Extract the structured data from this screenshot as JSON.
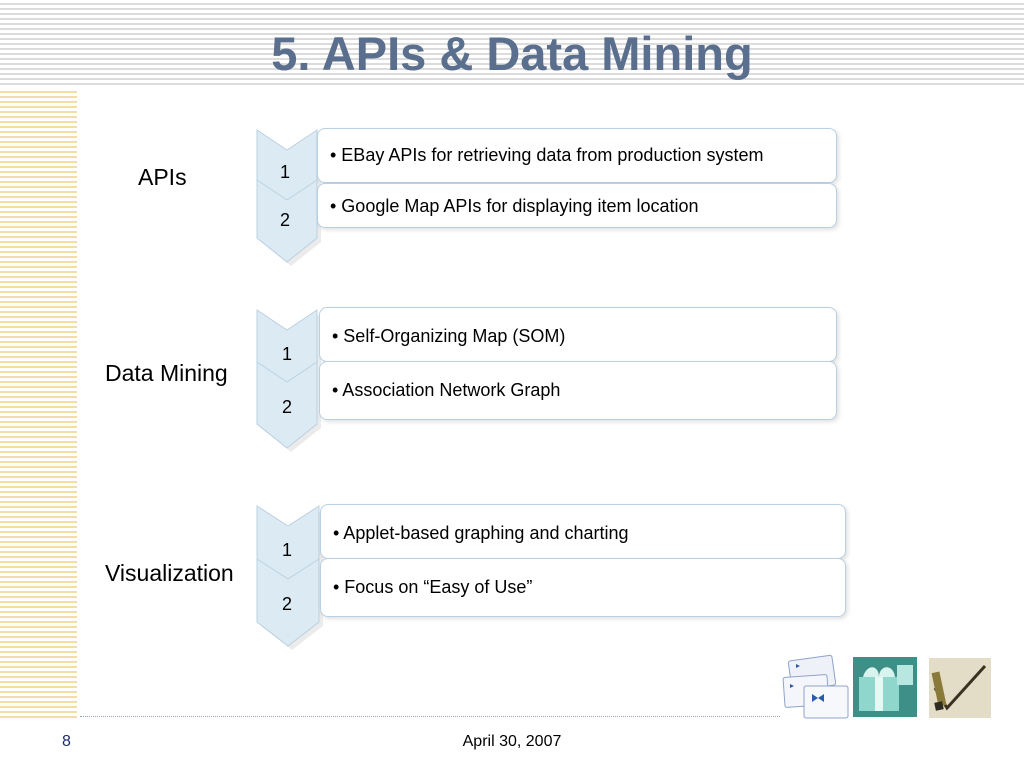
{
  "slide": {
    "title": "5. APIs & Data Mining",
    "page_number": "8",
    "date": "April 30, 2007"
  },
  "sections": [
    {
      "label": "APIs",
      "items": [
        {
          "num": "1",
          "text": "• EBay APIs for retrieving data from production system"
        },
        {
          "num": "2",
          "text": "• Google Map APIs for displaying item location"
        }
      ]
    },
    {
      "label": "Data Mining",
      "items": [
        {
          "num": "1",
          "text": "• Self-Organizing Map (SOM)"
        },
        {
          "num": "2",
          "text": "• Association Network Graph"
        }
      ]
    },
    {
      "label": "Visualization",
      "items": [
        {
          "num": "1",
          "text": "• Applet-based graphing and charting"
        },
        {
          "num": "2",
          "text": "• Focus on “Easy of Use”"
        }
      ]
    }
  ],
  "colors": {
    "title": "#5a6e8e",
    "chevron_fill": "#dceaf4",
    "box_border": "#b9d0e2",
    "page_number": "#1a2d70"
  },
  "images": [
    "gift-cards-image",
    "teal-gift-box-image",
    "pen-checkmark-image"
  ]
}
